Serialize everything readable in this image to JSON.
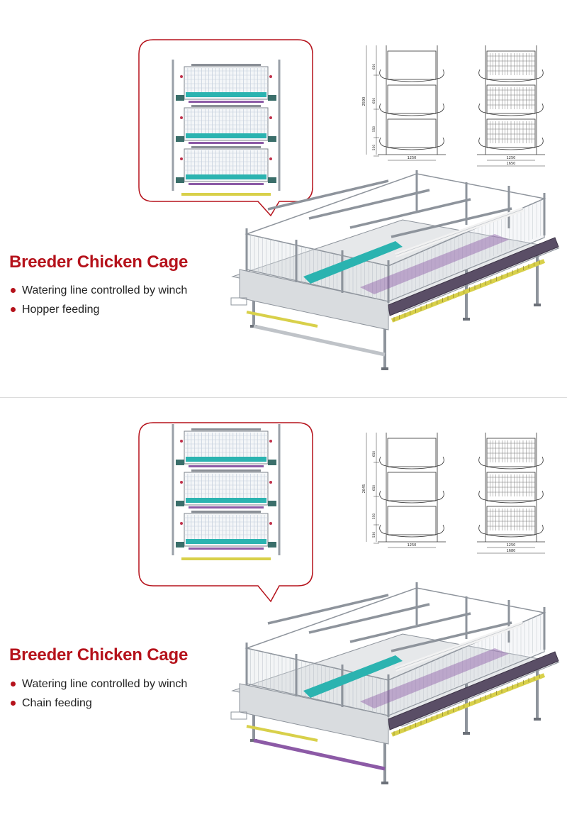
{
  "sections": [
    {
      "title": "Breeder Chicken Cage",
      "features": [
        "Watering line controlled by winch",
        "Hopper feeding"
      ],
      "drawing": {
        "height_total": "2590",
        "tier_heights": [
          "650",
          "650",
          "550",
          "530"
        ],
        "width_inner": "1250",
        "width_outer_left": "1250",
        "width_outer_right": "1250",
        "width_overall": "1650"
      }
    },
    {
      "title": "Breeder Chicken Cage",
      "features": [
        "Watering line controlled by winch",
        "Chain feeding"
      ],
      "drawing": {
        "height_total": "2645",
        "tier_heights": [
          "650",
          "650",
          "550",
          "530"
        ],
        "width_inner": "1250",
        "width_outer_left": "1250",
        "width_outer_right": "1250",
        "width_overall": "1680"
      }
    }
  ],
  "colors": {
    "accent": "#b5121b",
    "bubble_border": "#b5121b",
    "frame": "#9aa0a8",
    "teal": "#2bb3b0",
    "purple": "#8c5aa6",
    "yellow": "#d8d04a"
  }
}
